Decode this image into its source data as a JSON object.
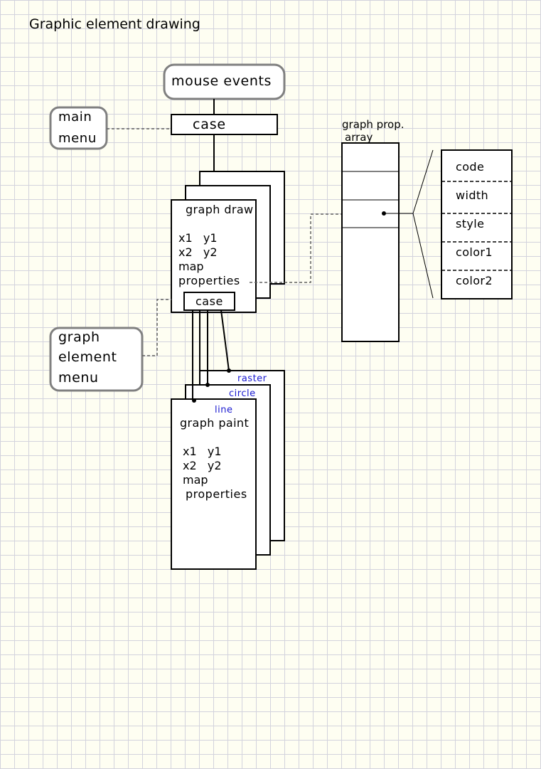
{
  "title": "Graphic element drawing",
  "nodes": {
    "mouse_events": "mouse events",
    "case_top": "case",
    "main_menu": [
      "main",
      "menu"
    ],
    "graph_draw": {
      "title": "graph draw",
      "fields": [
        "x1   y1",
        "x2   y2",
        "map",
        "properties"
      ],
      "case": "case"
    },
    "graph_element_menu": [
      "graph",
      "element",
      "menu"
    ],
    "graph_paint": {
      "layers": [
        "raster",
        "circle",
        "line"
      ],
      "title": "graph paint",
      "fields": [
        "x1   y1",
        "x2   y2",
        "map",
        "properties"
      ]
    },
    "graph_prop_array": {
      "label": [
        "graph prop.",
        "array"
      ],
      "fields": [
        "code",
        "width",
        "style",
        "color1",
        "color2"
      ]
    }
  },
  "colors": {
    "grid": "#d3d3dd",
    "background": "#fefef2",
    "layer_label": "#1a1ad0",
    "rounded_border": "#808080"
  }
}
